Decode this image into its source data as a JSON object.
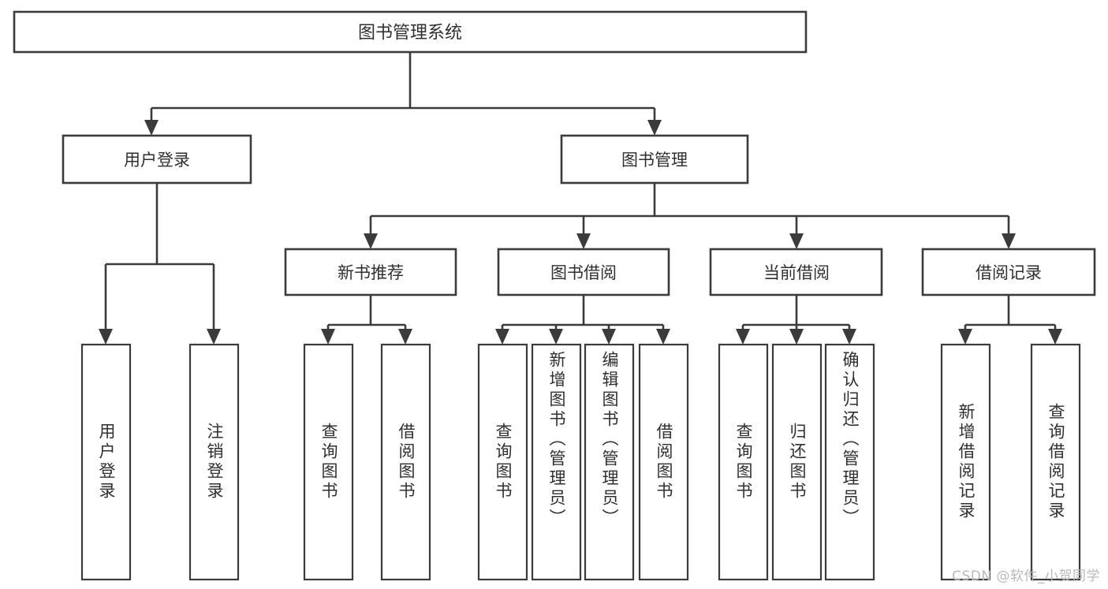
{
  "diagram": {
    "type": "hierarchy-tree",
    "title": "图书管理系统",
    "watermark": "CSDN @软件_小贺同学",
    "colors": {
      "stroke": "#3b3b3b",
      "fill": "#ffffff",
      "text": "#2f2f2f",
      "watermark": "#b9b9b9"
    },
    "root": {
      "label": "图书管理系统"
    },
    "level2": [
      {
        "label": "用户登录"
      },
      {
        "label": "图书管理"
      }
    ],
    "level3": [
      {
        "label": "新书推荐"
      },
      {
        "label": "图书借阅"
      },
      {
        "label": "当前借阅"
      },
      {
        "label": "借阅记录"
      }
    ],
    "leaves": {
      "user_login": [
        {
          "label": "用户登录"
        },
        {
          "label": "注销登录"
        }
      ],
      "new_book": [
        {
          "label": "查询图书"
        },
        {
          "label": "借阅图书"
        }
      ],
      "book_borrow": [
        {
          "label": "查询图书"
        },
        {
          "label": "新增图书（管理员）"
        },
        {
          "label": "编辑图书（管理员）"
        },
        {
          "label": "借阅图书"
        }
      ],
      "current_borrow": [
        {
          "label": "查询图书"
        },
        {
          "label": "归还图书"
        },
        {
          "label": "确认归还（管理员）"
        }
      ],
      "borrow_record": [
        {
          "label": "新增借阅记录"
        },
        {
          "label": "查询借阅记录"
        }
      ]
    }
  }
}
